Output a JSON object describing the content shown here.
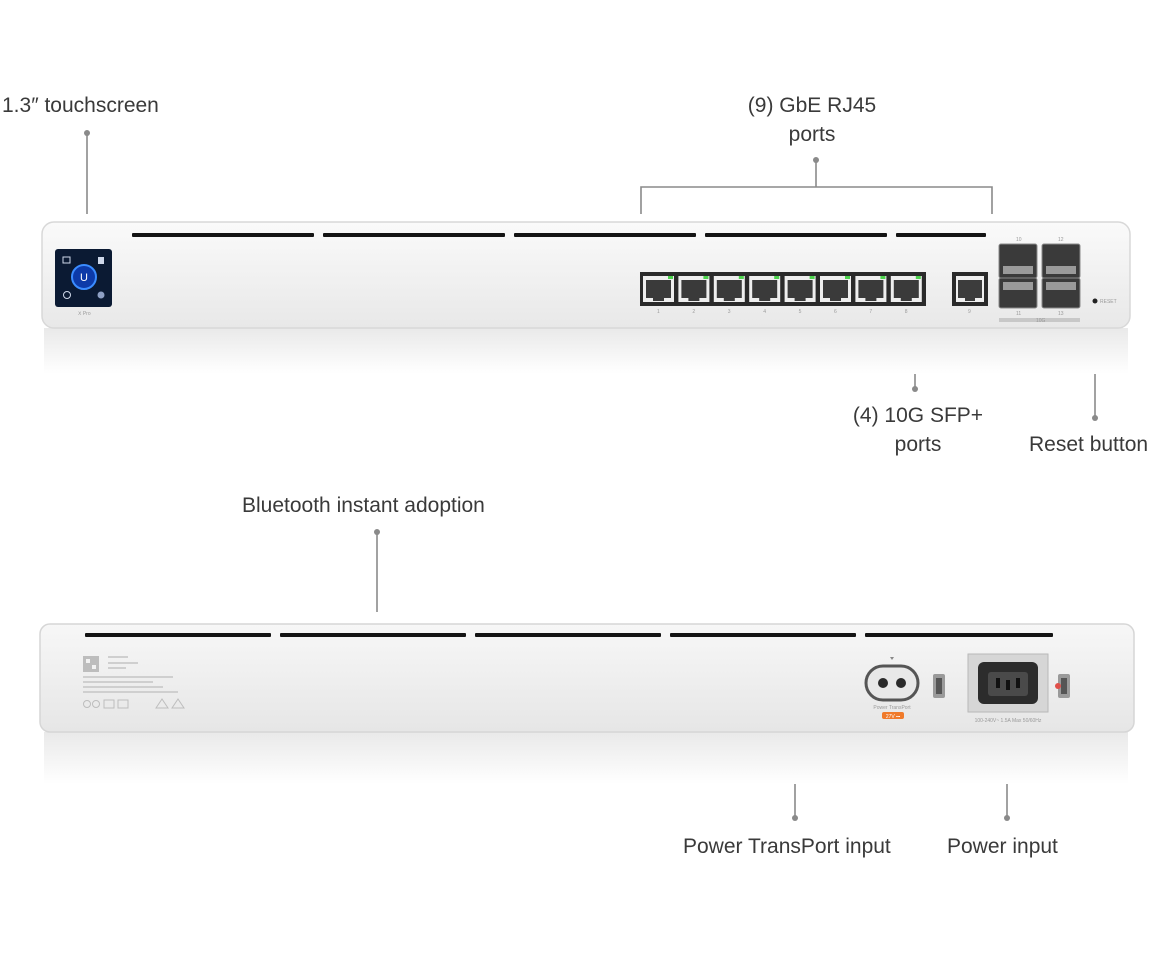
{
  "callouts": {
    "touchscreen": "1.3″ touchscreen",
    "rj45_line1": "(9) GbE RJ45",
    "rj45_line2": "ports",
    "sfp_line1": "(4) 10G SFP+",
    "sfp_line2": "ports",
    "reset": "Reset button",
    "bluetooth": "Bluetooth instant adoption",
    "transport": "Power TransPort input",
    "power": "Power input"
  },
  "front_panel": {
    "model_text": "Ⅹ Pro",
    "rj45_port_numbers": [
      "1",
      "2",
      "3",
      "4",
      "5",
      "6",
      "7",
      "8",
      "9"
    ],
    "sfp_top_numbers": [
      "10",
      "12"
    ],
    "sfp_bottom_numbers": [
      "11",
      "13"
    ],
    "sfp_group_label": "10G",
    "reset_text": "RESET"
  },
  "rear_panel": {
    "transport_label": "Power TransPort",
    "transport_badge": "27V ⎓",
    "ac_rating": "100-240V~ 1.5A Max 50/60Hz"
  },
  "colors": {
    "chassis": "#f2f2f2",
    "chassis_edge": "#dcdcdc",
    "vent": "#141414",
    "port_led": "#4cd34c",
    "callout_line": "#8a8a8a",
    "badge": "#f07a2a",
    "screen": "#0b1a33"
  }
}
